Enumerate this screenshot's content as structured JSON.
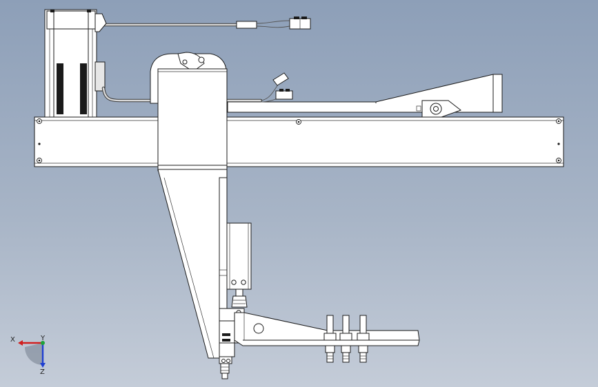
{
  "view": {
    "background_top": "#8d9fb8",
    "background_bottom": "#c4ccd8",
    "line_color": "#1a1a1a",
    "part_color": "#ffffff"
  },
  "triad": {
    "x_label": "X",
    "y_label": "Y",
    "z_label": "Z",
    "x_color": "#d11f1f",
    "y_color": "#1fa33a",
    "z_color": "#1f3fd1"
  },
  "icons": {
    "motor": "servo-motor-icon",
    "connector": "cable-connector-icon",
    "triad": "coordinate-triad-icon"
  }
}
